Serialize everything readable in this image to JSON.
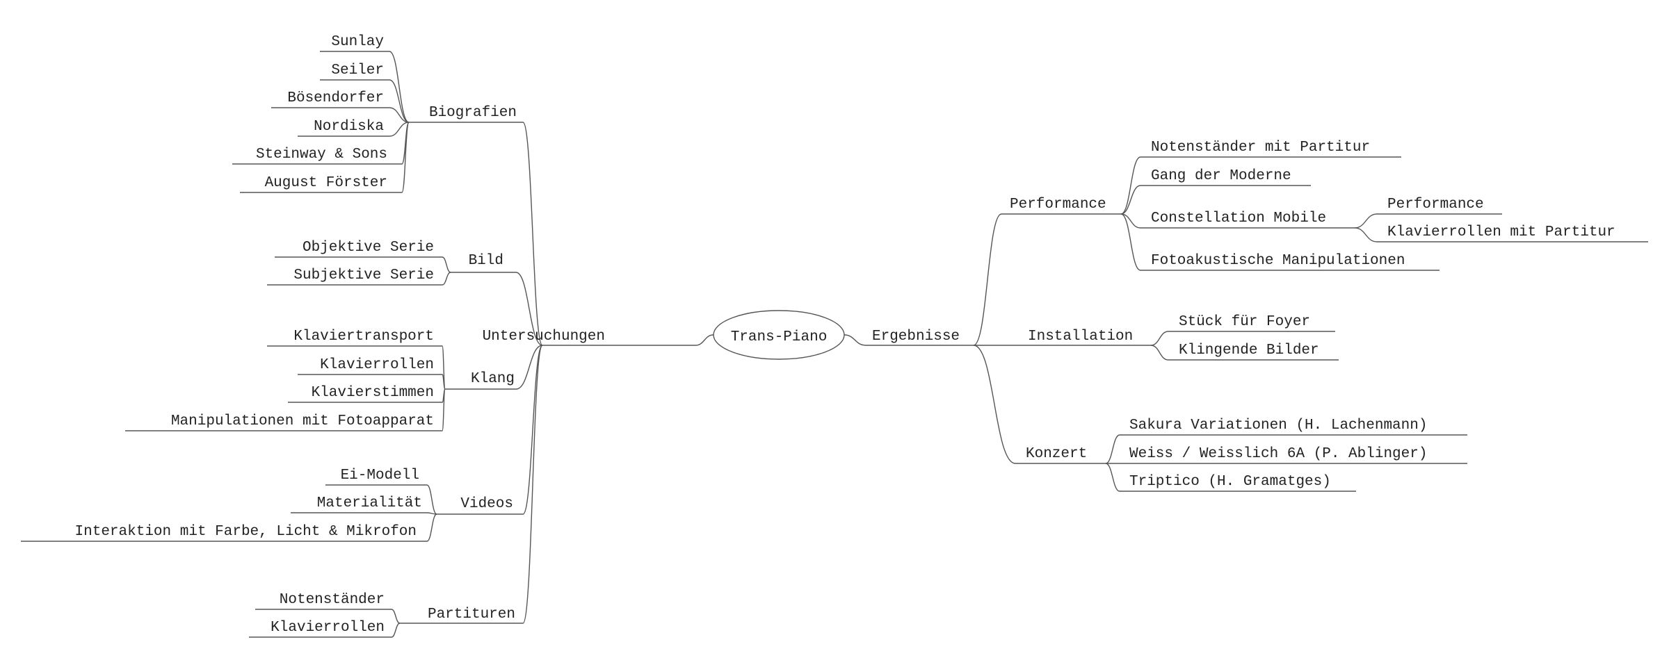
{
  "root": "Trans-Piano",
  "untersuchungen": {
    "label": "Untersuchungen",
    "biografien": {
      "label": "Biografien",
      "items": [
        "Sunlay",
        "Seiler",
        "Bösendorfer",
        "Nordiska",
        "Steinway & Sons",
        "August Förster"
      ]
    },
    "bild": {
      "label": "Bild",
      "items": [
        "Objektive Serie",
        "Subjektive Serie"
      ]
    },
    "klang": {
      "label": "Klang",
      "items": [
        "Klaviertransport",
        "Klavierrollen",
        "Klavierstimmen",
        "Manipulationen mit Fotoapparat"
      ]
    },
    "videos": {
      "label": "Videos",
      "items": [
        "Ei-Modell",
        "Materialität",
        "Interaktion mit Farbe, Licht & Mikrofon"
      ]
    },
    "partituren": {
      "label": "Partituren",
      "items": [
        "Notenständer",
        "Klavierrollen"
      ]
    }
  },
  "ergebnisse": {
    "label": "Ergebnisse",
    "performance": {
      "label": "Performance",
      "items": [
        "Notenständer mit Partitur",
        "Gang der Moderne",
        "Constellation Mobile",
        "Fotoakustische Manipulationen"
      ],
      "constellation_children": [
        "Performance",
        "Klavierrollen mit Partitur"
      ]
    },
    "installation": {
      "label": "Installation",
      "items": [
        "Stück für Foyer",
        "Klingende Bilder"
      ]
    },
    "konzert": {
      "label": "Konzert",
      "items": [
        "Sakura Variationen (H. Lachenmann)",
        "Weiss / Weisslich 6A (P. Ablinger)",
        "Triptico (H. Gramatges)"
      ]
    }
  }
}
